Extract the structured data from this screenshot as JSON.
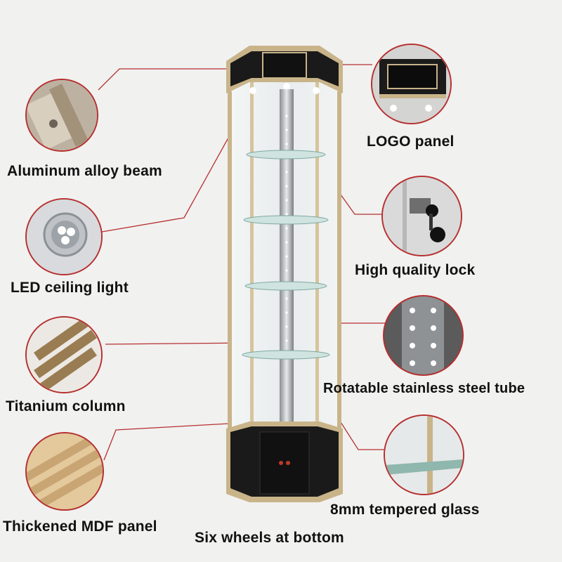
{
  "labels": {
    "aluminum_beam": "Aluminum alloy beam",
    "led_light": "LED ceiling light",
    "titanium_column": "Titanium column",
    "mdf_panel": "Thickened MDF panel",
    "six_wheels": "Six wheels at bottom",
    "logo_panel": "LOGO panel",
    "lock": "High quality lock",
    "steel_tube": "Rotatable stainless steel tube",
    "tempered_glass": "8mm tempered glass"
  },
  "colors": {
    "callout_line": "#b6302f",
    "frame": "#c9b48a",
    "panel": "#1a1a1a",
    "background": "#f1f1f0"
  }
}
